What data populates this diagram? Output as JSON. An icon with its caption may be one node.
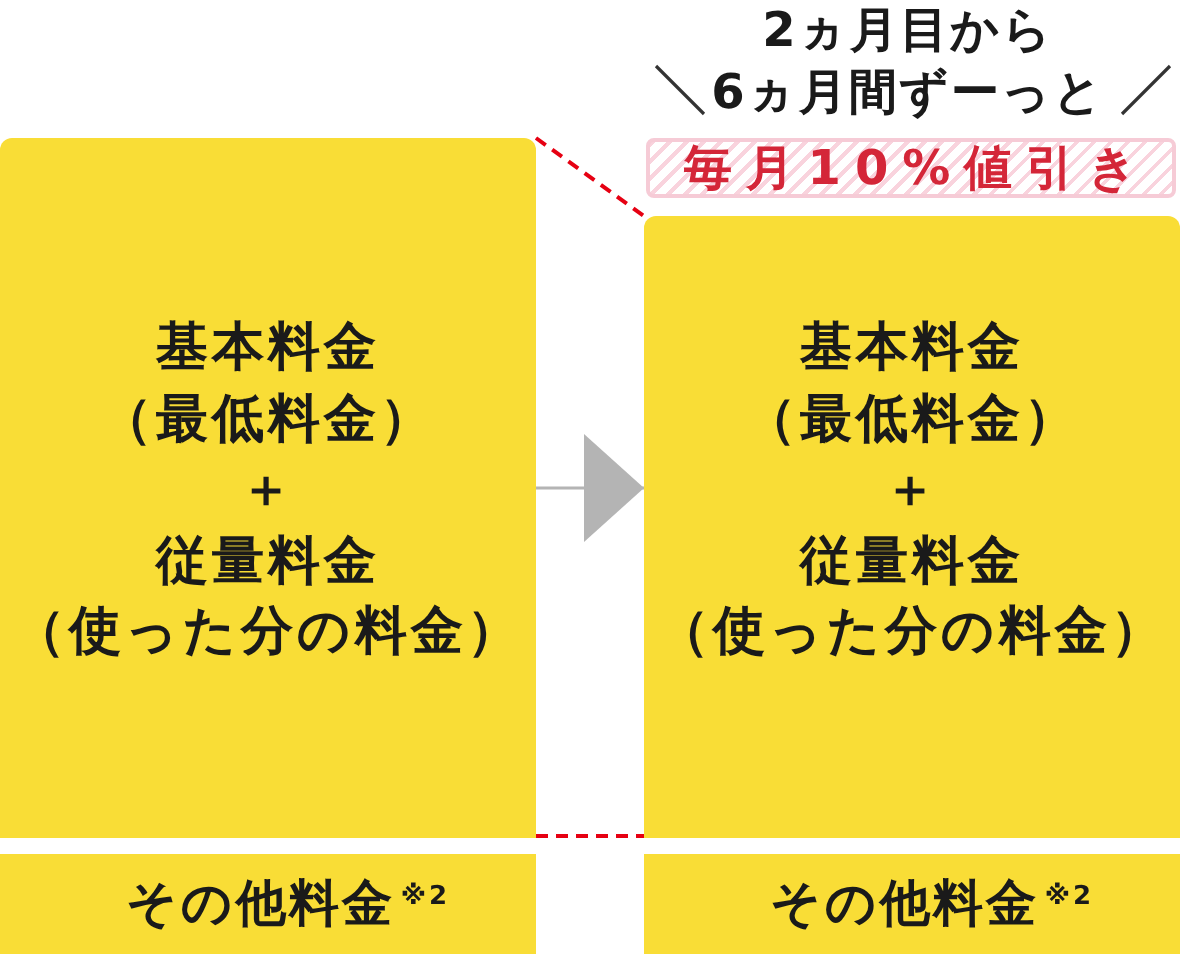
{
  "diagram": {
    "nodes": [
      {
        "text": [
          "基本料金",
          "（最低料金）",
          "＋",
          "従量料金",
          "（使った分の料金）"
        ]
      },
      {
        "text": [
          "その他料金$^{※2}$"
        ]
      },
      {
        "text": [
          "毎月10%値引き"
        ]
      },
      {
        "text": [
          "基本料金",
          "（最低料金）",
          "＋",
          "従量料金",
          "（使った分の料金）"
        ]
      },
      {
        "text": [
          "その他料金$^{※2}$"
        ]
      }
    ],
    "edges": [
      {
        "from": 0,
        "to": 3,
        "arrow": "to",
        "color": "#b4b4b4"
      },
      {
        "from": 0,
        "to": 3,
        "arrow": "none",
        "style": "dashed",
        "color": "#e60012"
      },
      {
        "from": 0,
        "to": 3,
        "arrow": "none",
        "style": "dashed",
        "color": "#e60012"
      }
    ],
    "labels": [
      "2ヵ月目から",
      "6ヵ月間ずーっと"
    ]
  }
}
